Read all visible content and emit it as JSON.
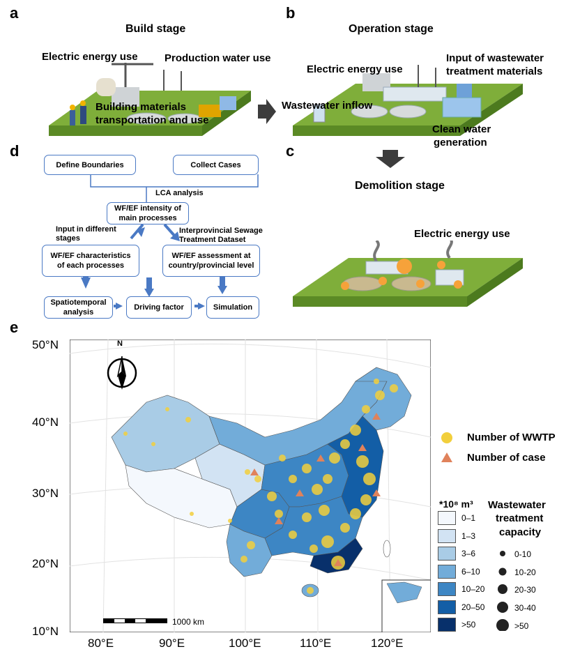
{
  "panels": {
    "a": "a",
    "b": "b",
    "c": "c",
    "d": "d",
    "e": "e"
  },
  "stage_a": {
    "title": "Build stage",
    "electric": "Electric energy use",
    "water": "Production water use",
    "materials_line1": "Building materials",
    "materials_line2": "transportation and use"
  },
  "stage_b": {
    "title": "Operation stage",
    "electric": "Electric energy use",
    "inputs_line1": "Input of wastewater",
    "inputs_line2": "treatment materials",
    "inflow": "Wastewater inflow",
    "clean_line1": "Clean water",
    "clean_line2": "generation"
  },
  "stage_c": {
    "title": "Demolition stage",
    "electric": "Electric energy use"
  },
  "flow": {
    "define": "Define Boundaries",
    "collect": "Collect Cases",
    "lca": "LCA analysis",
    "intensity_line1": "WF/EF intensity of",
    "intensity_line2": "main processes",
    "input_line1": "Input in different",
    "input_line2": "stages",
    "dataset_line1": "Interprovincial Sewage",
    "dataset_line2": "Treatment Dataset",
    "char_line1": "WF/EF characteristics",
    "char_line2": "of each processes",
    "assess_line1": "WF/EF assessment at",
    "assess_line2": "country/provincial level",
    "spatio_line1": "Spatiotemporal",
    "spatio_line2": "analysis",
    "driving": "Driving factor",
    "simulation": "Simulation"
  },
  "map": {
    "north": "N",
    "lat_labels": [
      "50°N",
      "40°N",
      "30°N",
      "20°N",
      "10°N"
    ],
    "lon_labels": [
      "80°E",
      "90°E",
      "100°E",
      "110°E",
      "120°E"
    ],
    "scale_label": "1000 km",
    "legend_wwtp": "Number of WWTP",
    "legend_case": "Number of case",
    "unit": "*10⁸ m³",
    "capacity_title_1": "Wastewater",
    "capacity_title_2": "treatment",
    "capacity_title_3": "capacity",
    "classes": [
      {
        "label": "0–1",
        "color": "#f4f8fd"
      },
      {
        "label": "1–3",
        "color": "#d2e3f3"
      },
      {
        "label": "3–6",
        "color": "#a9cce6"
      },
      {
        "label": "6–10",
        "color": "#72acd9"
      },
      {
        "label": "10–20",
        "color": "#3d86c4"
      },
      {
        "label": "20–50",
        "color": "#135ea6"
      },
      {
        "label": ">50",
        "color": "#08306b"
      }
    ],
    "sizes": [
      "0-10",
      "10-20",
      "20-30",
      "30-40",
      ">50"
    ],
    "colors": {
      "wwtp": "#f2cf3c",
      "case": "#e0825b",
      "ground": "#7fae3a"
    }
  }
}
